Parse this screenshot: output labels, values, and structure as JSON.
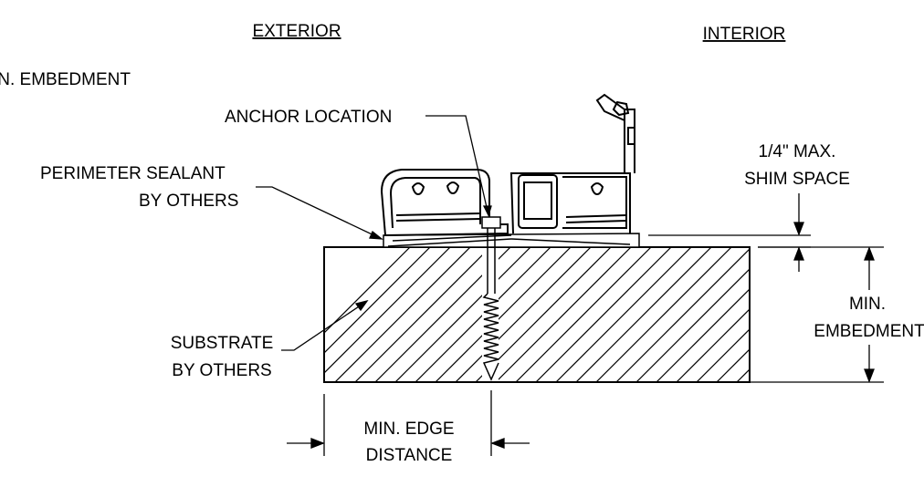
{
  "labels": {
    "exterior": "EXTERIOR",
    "interior": "INTERIOR",
    "min_embedment_top": "IN. EMBEDMENT",
    "anchor_location": "ANCHOR LOCATION",
    "perimeter_sealant_1": "PERIMETER SEALANT",
    "perimeter_sealant_2": "BY OTHERS",
    "shim_1": "1/4\" MAX.",
    "shim_2": "SHIM SPACE",
    "min_embedment_1": "MIN.",
    "min_embedment_2": "EMBEDMENT",
    "substrate_1": "SUBSTRATE",
    "substrate_2": "BY OTHERS",
    "edge_1": "MIN. EDGE",
    "edge_2": "DISTANCE"
  },
  "colors": {
    "ink": "#000000",
    "background": "#ffffff"
  }
}
